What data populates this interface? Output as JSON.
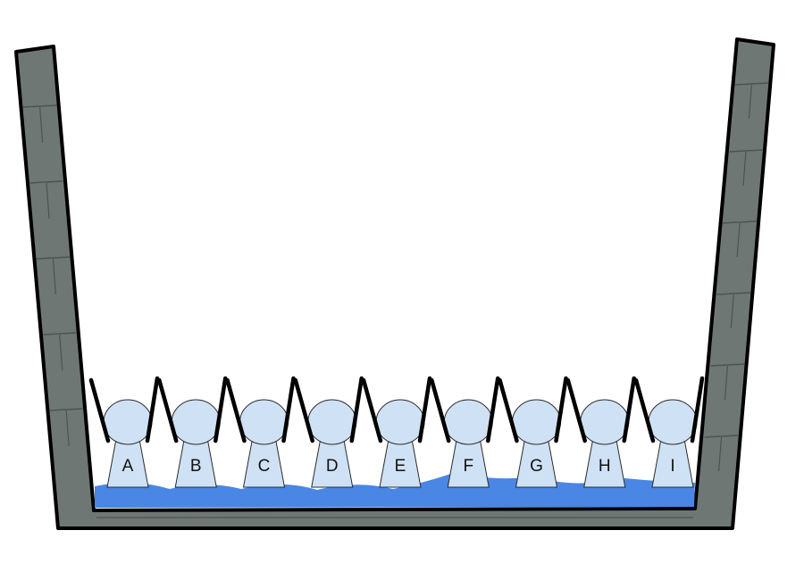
{
  "figures": [
    {
      "label": "A"
    },
    {
      "label": "B"
    },
    {
      "label": "C"
    },
    {
      "label": "D"
    },
    {
      "label": "E"
    },
    {
      "label": "F"
    },
    {
      "label": "G"
    },
    {
      "label": "H"
    },
    {
      "label": "I"
    }
  ],
  "colors": {
    "wall": "#6f7775",
    "wall_lines": "#4c5452",
    "outline": "#000000",
    "water": "#4a86e3",
    "figure_fill": "#cfe1f4",
    "figure_stroke": "#2b2b2b",
    "background": "#ffffff"
  }
}
